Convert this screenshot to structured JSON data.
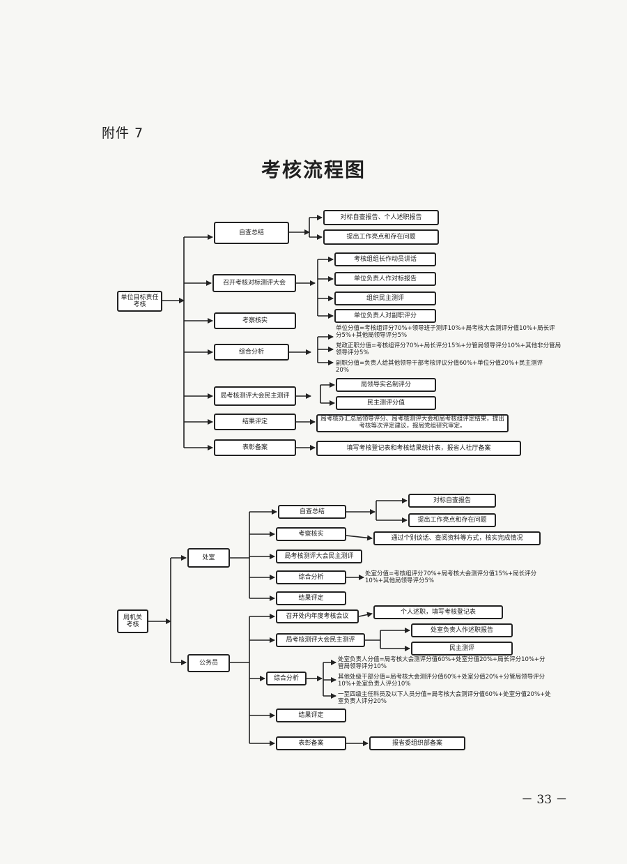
{
  "header": {
    "attachment": "附件 7",
    "title": "考核流程图",
    "page_number": "－ 33 －"
  },
  "diagram1": {
    "root": "单位目标责任考核",
    "self_summary": "自查总结",
    "self_report": "对标自查报告、个人述职报告",
    "highlights": "提出工作亮点和存在问题",
    "meeting": "召开考核对标测评大会",
    "leader_speech": "考核组组长作动员讲话",
    "head_report": "单位负责人作对标报告",
    "democratic_eval": "组织民主测评",
    "deputy_score": "单位负责人对副职评分",
    "inspection": "考察核实",
    "analysis": "综合分析",
    "analysis_1": "单位分值=考核组评分70%+领导班子测评10%+局考核大会测评分值10%+局长评分5%+其他局领导评分5%",
    "analysis_2": "党政正职分值=考核组评分70%+局长评分15%+分管局领导评分10%+其他非分管局领导评分5%",
    "analysis_3": "副职分值=负责人给其他领导干部考核评议分值60%+单位分值20%+民主测评20%",
    "bureau_meeting": "局考核测评大会民主测评",
    "named_score": "局领导实名制评分",
    "democratic_score": "民主测评分值",
    "result": "结果评定",
    "result_text": "局考核办汇总局领导评分、局考核测评大会和局考核组评定结果，提出考核等次评定建议，报局党组研究审定。",
    "filing": "表彰备案",
    "filing_text": "填写考核登记表和考核结果统计表，报省人社厅备案"
  },
  "diagram2": {
    "root": "局机关考核",
    "division": "处室",
    "d_summary": "自查总结",
    "d_self_report": "对标自查报告",
    "d_highlights": "提出工作亮点和存在问题",
    "d_inspection": "考察核实",
    "d_inspection_text": "通过个别谈话、查阅资料等方式，核实完成情况",
    "d_meeting": "局考核测评大会民主测评",
    "d_analysis": "综合分析",
    "d_analysis_text": "处室分值=考核组评分70%+局考核大会测评分值15%+局长评分10%+其他局领导评分5%",
    "d_result": "结果评定",
    "civil": "公务员",
    "c_meeting": "召开处内年度考核会议",
    "c_meeting_text": "个人述职，填写考核登记表",
    "c_bureau": "局考核测评大会民主测评",
    "c_report": "处室负责人作述职报告",
    "c_democratic": "民主测评",
    "c_analysis": "综合分析",
    "c_analysis_1": "处室负责人分值=局考核大会测评分值60%+处室分值20%+局长评分10%+分管局领导评分10%",
    "c_analysis_2": "其他处级干部分值=局考核大会测评分值60%+处室分值20%+分管局领导评分10%+处室负责人评分10%",
    "c_analysis_3": "一至四级主任科员及以下人员分值=局考核大会测评分值60%+处室分值20%+处室负责人评分20%",
    "c_result": "结果评定",
    "c_filing": "表彰备案",
    "c_filing_text": "报省委组织部备案"
  }
}
